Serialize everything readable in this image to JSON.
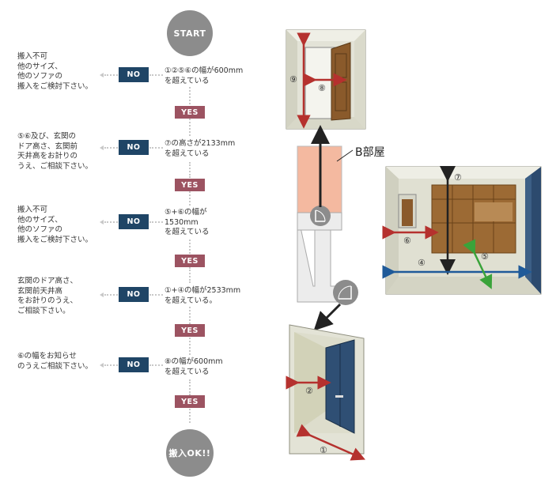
{
  "flow": {
    "start": "START",
    "end": "搬入OK!!",
    "no_label": "NO",
    "yes_label": "YES",
    "steps": [
      {
        "condition": "①②⑤⑥の幅が600mm\nを超えている",
        "advice": "搬入不可\n他のサイズ、\n他のソファの\n搬入をご検討下さい。"
      },
      {
        "condition": "⑦の高さが2133mm\nを超えている",
        "advice": "⑤⑥及び、玄関の\nドア高さ、玄関前\n天井高をお計りの\nうえ、ご相談下さい。"
      },
      {
        "condition": "⑤+⑥の幅が\n1530mm\nを超えている",
        "advice": "搬入不可\n他のサイズ、\n他のソファの\n搬入をご検討下さい。"
      },
      {
        "condition": "①+④の幅が2533mm\nを超えている。",
        "advice": "玄関のドア高さ、\n玄関前天井高\nをお計りのうえ、\nご相談下さい。"
      },
      {
        "condition": "⑧の幅が600mm\nを超えている",
        "advice": "⑥の幅をお知らせ\nのうえご相談下さい。"
      }
    ]
  },
  "room_label": "B部屋",
  "markers": {
    "m1": "①",
    "m2": "②",
    "m4": "④",
    "m5": "⑤",
    "m6": "⑥",
    "m7": "⑦",
    "m8": "⑧",
    "m9": "⑨"
  },
  "colors": {
    "no_badge": "#1f4566",
    "yes_badge": "#9c5361",
    "start_circle": "#8c8c8c",
    "room_b": "#f4b9a0",
    "arrow_red": "#b5312e",
    "arrow_blue": "#1f5a99",
    "arrow_green": "#3aa33a"
  }
}
